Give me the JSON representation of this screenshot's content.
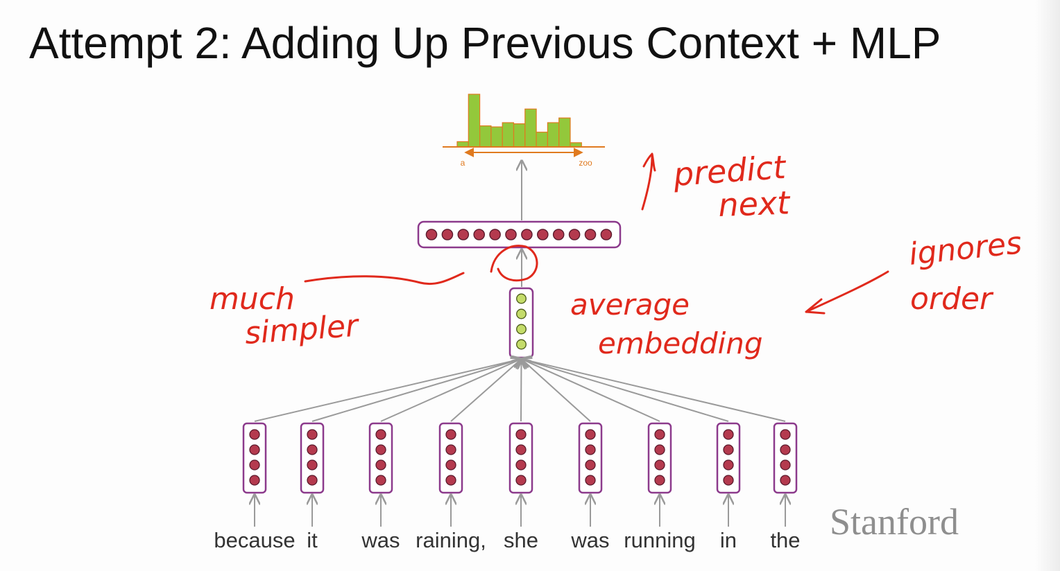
{
  "slide": {
    "title": "Attempt 2: Adding Up Previous Context + MLP"
  },
  "diagram": {
    "tokens": [
      "because",
      "it",
      "was",
      "raining,",
      "she",
      "was",
      "running",
      "in",
      "the"
    ],
    "distribution": {
      "start_label": "a",
      "end_label": "zoo",
      "bar_values": [
        0.1,
        1.0,
        0.4,
        0.38,
        0.46,
        0.44,
        0.72,
        0.28,
        0.46,
        0.55,
        0.08
      ]
    },
    "hidden_units": 12,
    "embedding_units": 4,
    "token_units": 4
  },
  "annotations": {
    "predict_next": [
      "predict",
      "next"
    ],
    "ignores_order": [
      "ignores",
      "order"
    ],
    "much_simpler": [
      "much",
      "simpler"
    ],
    "average_embedding": [
      "average",
      "embedding"
    ]
  },
  "logo": "Stanford",
  "colors": {
    "neuron_fill": "#b43a4e",
    "neuron_border": "#5a1a2c",
    "box_border": "#8c3a8c",
    "embedding_fill": "#c4dc6a",
    "bar_fill": "#93c83b",
    "bar_border": "#e07a1f",
    "arrow": "#9a9a9a",
    "annotation": "#e0291c"
  },
  "icons": {
    "logo": "stanford-wordmark"
  }
}
